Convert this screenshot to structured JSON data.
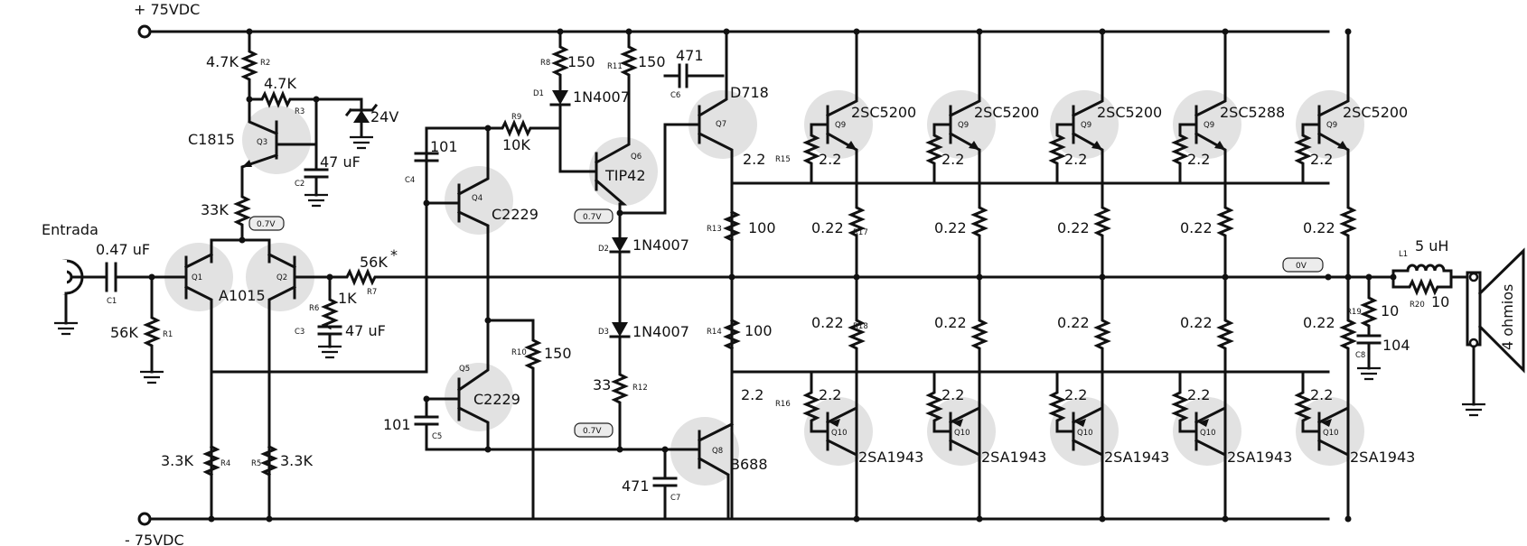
{
  "rails": {
    "positive": "+ 75VDC",
    "negative": "- 75VDC"
  },
  "input": {
    "label": "Entrada",
    "c1_value": "0.47 uF",
    "c1_ref": "C1",
    "r1_value": "56K",
    "r1_ref": "R1"
  },
  "diff_pair": {
    "ref_left": "Q1",
    "ref_right": "Q2",
    "part": "A1015"
  },
  "current_source": {
    "q3_part": "C1815",
    "q3_ref": "Q3",
    "r2_value": "4.7K",
    "r2_ref": "R2",
    "r3_value": "4.7K",
    "r3_ref": "R3",
    "zener_value": "24V",
    "c2_value": "47 uF",
    "c2_ref": "C2",
    "emitter_r_value": "33K",
    "tail_voltage": "0.7V"
  },
  "feedback": {
    "r7_value": "56K",
    "r7_mark": "*",
    "r7_ref": "R7",
    "r6_value": "1K",
    "r6_ref": "R6",
    "c3_value": "47 uF",
    "c3_ref": "C3",
    "r4_value": "3.3K",
    "r4_ref": "R4",
    "r5_value": "3.3K",
    "r5_ref": "R5"
  },
  "vas": {
    "c4_value": "101",
    "c4_ref": "C4",
    "c5_value": "101",
    "c5_ref": "C5",
    "q4_part": "C2229",
    "q4_ref": "Q4",
    "q5_part": "C2229",
    "q5_ref": "Q5",
    "r9_value": "10K",
    "r9_ref": "R9",
    "r10_value": "150",
    "r10_ref": "R10"
  },
  "bias": {
    "r8_value": "150",
    "r8_ref": "R8",
    "d1_part": "1N4007",
    "d1_ref": "D1",
    "r11_value": "150",
    "r11_ref": "R11",
    "q6_part": "TIP42",
    "q6_ref": "Q6",
    "d2_part": "1N4007",
    "d2_ref": "D2",
    "d3_part": "1N4007",
    "d3_ref": "D3",
    "r12_value": "33",
    "r12_ref": "R12",
    "upper_voltage": "0.7V",
    "lower_voltage": "0.7V"
  },
  "drivers": {
    "c6_value": "471",
    "c6_ref": "C6",
    "q7_part": "D718",
    "q7_ref": "Q7",
    "r13_value": "100",
    "r13_ref": "R13",
    "r14_value": "100",
    "r14_ref": "R14",
    "q8_part": "B688",
    "q8_ref": "Q8",
    "c7_value": "471",
    "c7_ref": "C7",
    "r15_value": "2.2",
    "r15_ref": "R15",
    "r16_value": "2.2",
    "r16_ref": "R16",
    "r17_ref": "R17",
    "r18_ref": "R18"
  },
  "output_npn": [
    {
      "ref": "Q9",
      "part": "2SC5200",
      "base_r": "2.2",
      "emitter_r": "0.22"
    },
    {
      "ref": "Q9",
      "part": "2SC5200",
      "base_r": "2.2",
      "emitter_r": "0.22"
    },
    {
      "ref": "Q9",
      "part": "2SC5200",
      "base_r": "2.2",
      "emitter_r": "0.22"
    },
    {
      "ref": "Q9",
      "part": "2SC5288",
      "base_r": "2.2",
      "emitter_r": "0.22"
    },
    {
      "ref": "Q9",
      "part": "2SC5200",
      "base_r": "2.2",
      "emitter_r": "0.22"
    }
  ],
  "output_pnp": [
    {
      "ref": "Q10",
      "part": "2SA1943",
      "base_r": "2.2",
      "emitter_r": "0.22"
    },
    {
      "ref": "Q10",
      "part": "2SA1943",
      "base_r": "2.2",
      "emitter_r": "0.22"
    },
    {
      "ref": "Q10",
      "part": "2SA1943",
      "base_r": "2.2",
      "emitter_r": "0.22"
    },
    {
      "ref": "Q10",
      "part": "2SA1943",
      "base_r": "2.2",
      "emitter_r": "0.22"
    },
    {
      "ref": "Q10",
      "part": "2SA1943",
      "base_r": "2.2",
      "emitter_r": "0.22"
    }
  ],
  "output_node_voltage": "0V",
  "output_filter": {
    "l1_value": "5 uH",
    "l1_ref": "L1",
    "r20_value": "10",
    "r20_ref": "R20",
    "r19_value": "10",
    "r19_ref": "R19",
    "c8_value": "104",
    "c8_ref": "C8"
  },
  "speaker": {
    "label": "4 ohmios"
  }
}
